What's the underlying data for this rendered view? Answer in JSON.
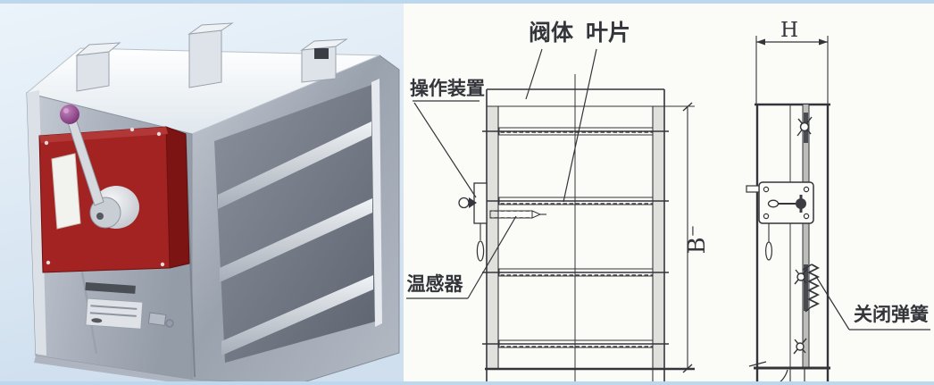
{
  "frame": {
    "border_color": "#bdd7ec"
  },
  "photo": {
    "colors": {
      "background_top": "#eaf3fa",
      "background_bottom": "#cfdfee",
      "metal_light": "#f2f5f6",
      "metal_mid": "#b6bcc6",
      "metal_dark": "#7f8692",
      "interior_dark": "#6b7280",
      "control_box_red": "#a32222",
      "control_box_red_dark": "#7c1414",
      "knob_purple": "#8a4486",
      "hub_silver": "#d9dde2"
    }
  },
  "diagram": {
    "ink": "#34353a",
    "paper": "#fbfbf8",
    "labels": {
      "operating_device": "操作装置",
      "valve_body": "阀体",
      "blade": "叶片",
      "temperature_sensor": "温感器",
      "closing_spring": "关闭弹簧"
    },
    "dimensions": {
      "side_width": "H",
      "front_height": "B⁻"
    }
  }
}
